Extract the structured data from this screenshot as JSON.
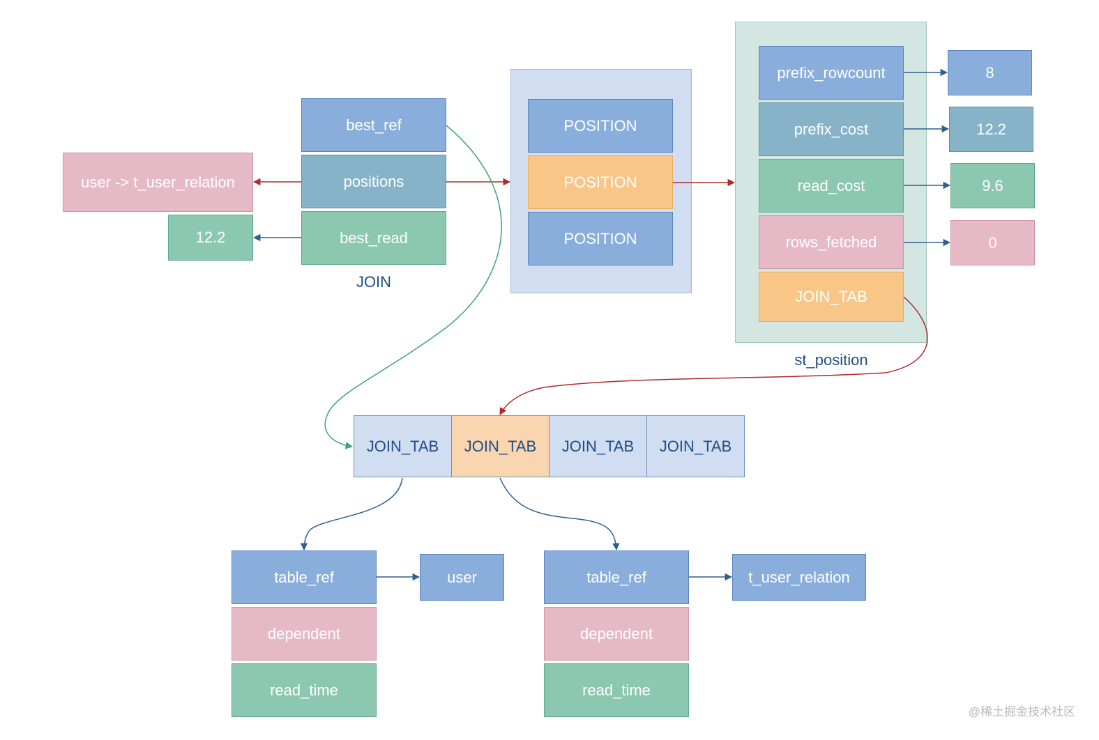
{
  "colors": {
    "blue": "#8aaedc",
    "teal": "#86b3c7",
    "green": "#8cc8b0",
    "pink": "#e6b9c6",
    "orange": "#f8c787",
    "arrow_red": "#b02a2a",
    "arrow_blue": "#2f5f8f",
    "arrow_green": "#3aa37a"
  },
  "join": {
    "caption": "JOIN",
    "best_ref": "best_ref",
    "positions": "positions",
    "best_read": "best_read",
    "tables_target": "user -> t_user_relation",
    "best_read_value": "12.2"
  },
  "positions_array": {
    "items": [
      "POSITION",
      "POSITION",
      "POSITION"
    ]
  },
  "st_position": {
    "caption": "st_position",
    "fields": {
      "prefix_rowcount": "prefix_rowcount",
      "prefix_cost": "prefix_cost",
      "read_cost": "read_cost",
      "rows_fetched": "rows_fetched",
      "join_tab": "JOIN_TAB"
    },
    "values": {
      "prefix_rowcount": "8",
      "prefix_cost": "12.2",
      "read_cost": "9.6",
      "rows_fetched": "0"
    }
  },
  "join_tab_array": {
    "items": [
      "JOIN_TAB",
      "JOIN_TAB",
      "JOIN_TAB",
      "JOIN_TAB"
    ]
  },
  "join_tab_left": {
    "table_ref": "table_ref",
    "dependent": "dependent",
    "read_time": "read_time",
    "table_name": "user"
  },
  "join_tab_right": {
    "table_ref": "table_ref",
    "dependent": "dependent",
    "read_time": "read_time",
    "table_name": "t_user_relation"
  },
  "watermark": "@稀土掘金技术社区"
}
